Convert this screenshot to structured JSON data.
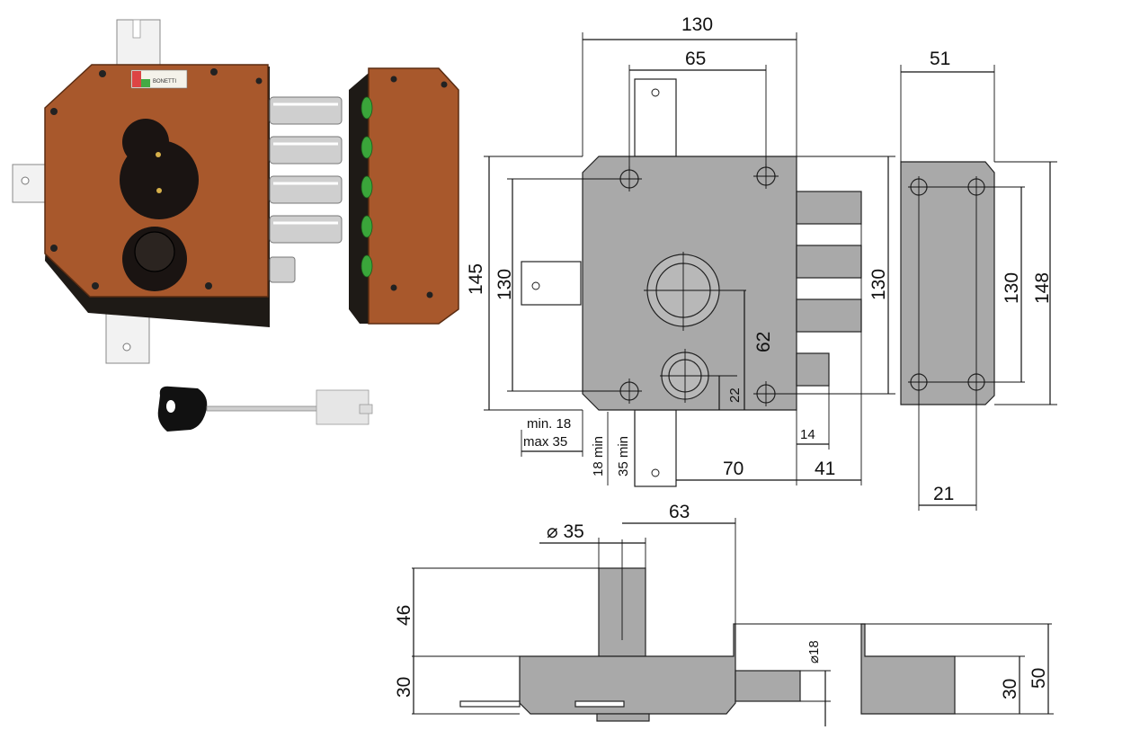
{
  "brand_label": "BONETTI",
  "colors": {
    "body_bronze": "#a8582c",
    "body_dark": "#1e1a16",
    "drawing_fill": "#a9a9a9",
    "line": "#111111",
    "bolt_steel": "#c9c9c9",
    "green_plug": "#3aa53a"
  },
  "front_view": {
    "width_overall": "130",
    "mount_spacing": "65",
    "height_overall": "145",
    "height_inner": "130",
    "height_bolts": "130",
    "cylinder_to_knob": "62",
    "knob_offset": "22",
    "backset_min": "min. 18",
    "backset_max": "max 35",
    "tab_min_18": "18 min",
    "tab_min_35": "35 min",
    "bolt_spacing_70": "70",
    "bolt_projection": "14",
    "bolt_length": "41"
  },
  "keeper_view": {
    "width": "51",
    "height_inner": "130",
    "height_overall": "148",
    "hole_spacing": "21"
  },
  "bottom_view": {
    "cylinder_diameter": "⌀ 35",
    "cylinder_offset": "63",
    "cylinder_height": "46",
    "case_depth": "30",
    "bolt_diameter": "⌀18",
    "keeper_depth": "30",
    "keeper_height": "50"
  }
}
